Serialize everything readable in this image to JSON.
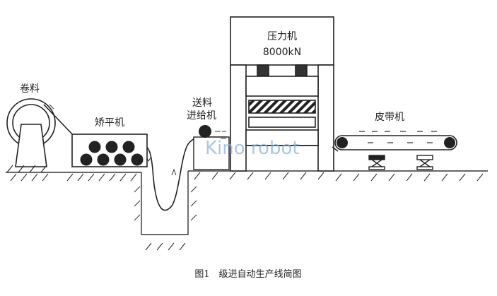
{
  "figure": {
    "labels": {
      "uncoiler": "卷料",
      "leveler": "矫平机",
      "feeder_line1": "送料",
      "feeder_line2": "进给机",
      "press_name": "压力机",
      "press_force": "8000kN",
      "conveyor": "皮带机"
    },
    "caption": "图1　级进自动生产线简图",
    "watermark": "Kino robot"
  }
}
